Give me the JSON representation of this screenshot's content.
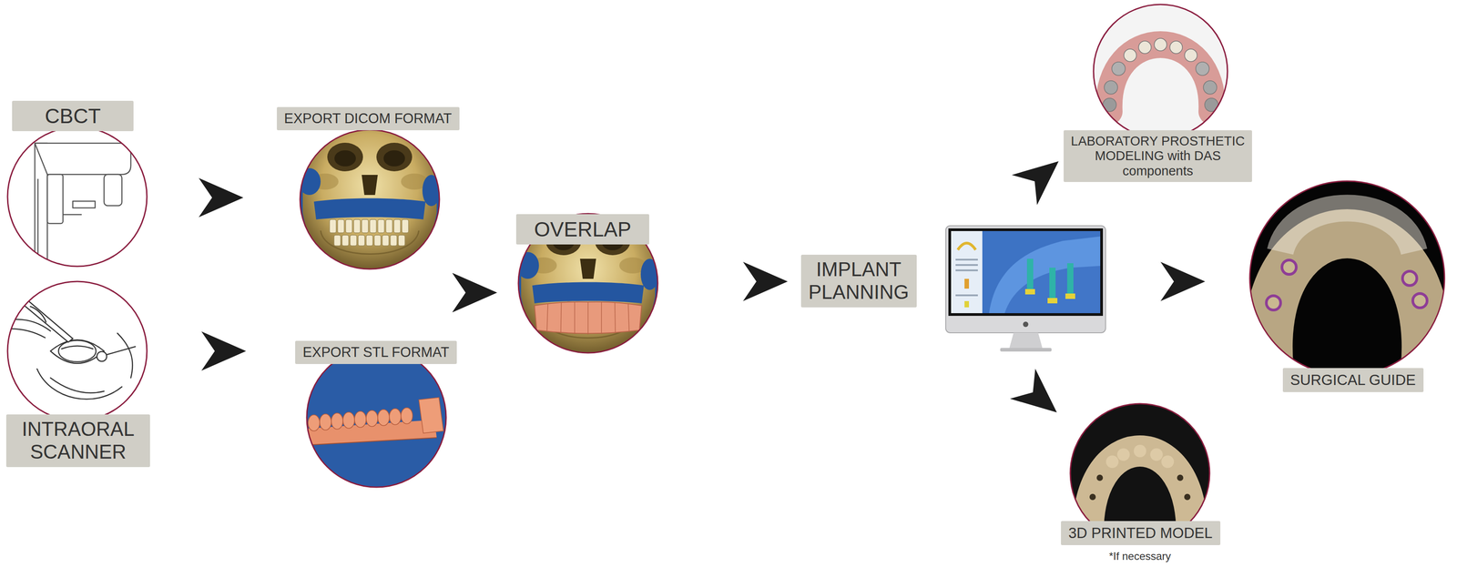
{
  "diagram": {
    "nodes": [
      {
        "text": [
          "CBCT"
        ]
      },
      {
        "text": [
          "INTRAORAL SCANNER"
        ]
      },
      {
        "text": [
          "EXPORT DICOM FORMAT"
        ]
      },
      {
        "text": [
          "EXPORT STL FORMAT"
        ]
      },
      {
        "text": [
          "OVERLAP"
        ]
      },
      {
        "text": [
          "IMPLANT PLANNING"
        ]
      },
      {
        "text": [
          "LABORATORY PROSTHETIC MODELING with DAS components"
        ]
      },
      {
        "text": [
          "3D PRINTED MODEL"
        ]
      },
      {
        "text": [
          "SURGICAL GUIDE"
        ]
      }
    ],
    "edges": [
      {
        "from": 0,
        "to": 2,
        "arrow": "to"
      },
      {
        "from": 1,
        "to": 3,
        "arrow": "to"
      },
      {
        "from": 2,
        "to": 4,
        "arrow": "to"
      },
      {
        "from": 3,
        "to": 4,
        "arrow": "to"
      },
      {
        "from": 4,
        "to": 5,
        "arrow": "to"
      },
      {
        "from": 5,
        "to": 6,
        "arrow": "to"
      },
      {
        "from": 5,
        "to": 7,
        "arrow": "to"
      },
      {
        "from": 5,
        "to": 8,
        "arrow": "to"
      }
    ],
    "labels": [
      "*If necessary"
    ]
  }
}
